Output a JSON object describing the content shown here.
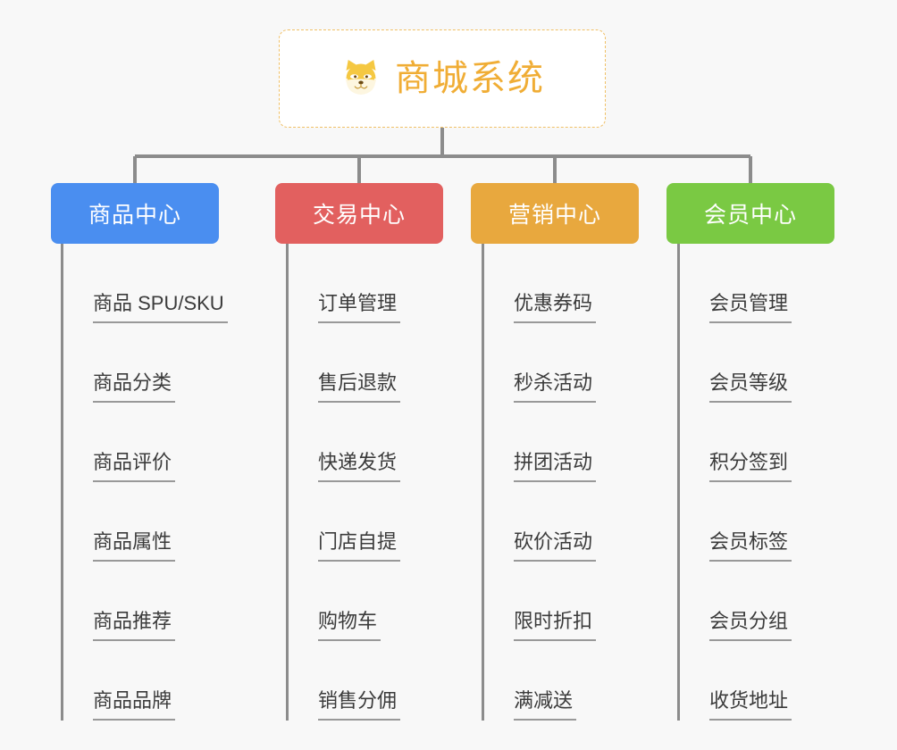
{
  "page": {
    "background_color": "#f8f8f8",
    "line_color": "#8c8c8c",
    "leaf_underline_color": "#999999",
    "leaf_text_color": "#3b3b3b"
  },
  "root": {
    "title": "商城系统",
    "icon": "shiba-dog-face-icon",
    "text_color": "#f0ad35",
    "border_color": "#f0c066",
    "background_color": "#ffffff"
  },
  "categories": [
    {
      "label": "商品中心",
      "color": "#4a8ef0",
      "items": [
        "商品 SPU/SKU",
        "商品分类",
        "商品评价",
        "商品属性",
        "商品推荐",
        "商品品牌"
      ]
    },
    {
      "label": "交易中心",
      "color": "#e2605f",
      "items": [
        "订单管理",
        "售后退款",
        "快递发货",
        "门店自提",
        "购物车",
        "销售分佣"
      ]
    },
    {
      "label": "营销中心",
      "color": "#e8a83e",
      "items": [
        "优惠券码",
        "秒杀活动",
        "拼团活动",
        "砍价活动",
        "限时折扣",
        "满减送"
      ]
    },
    {
      "label": "会员中心",
      "color": "#7ac943",
      "items": [
        "会员管理",
        "会员等级",
        "积分签到",
        "会员标签",
        "会员分组",
        "收货地址"
      ]
    }
  ]
}
